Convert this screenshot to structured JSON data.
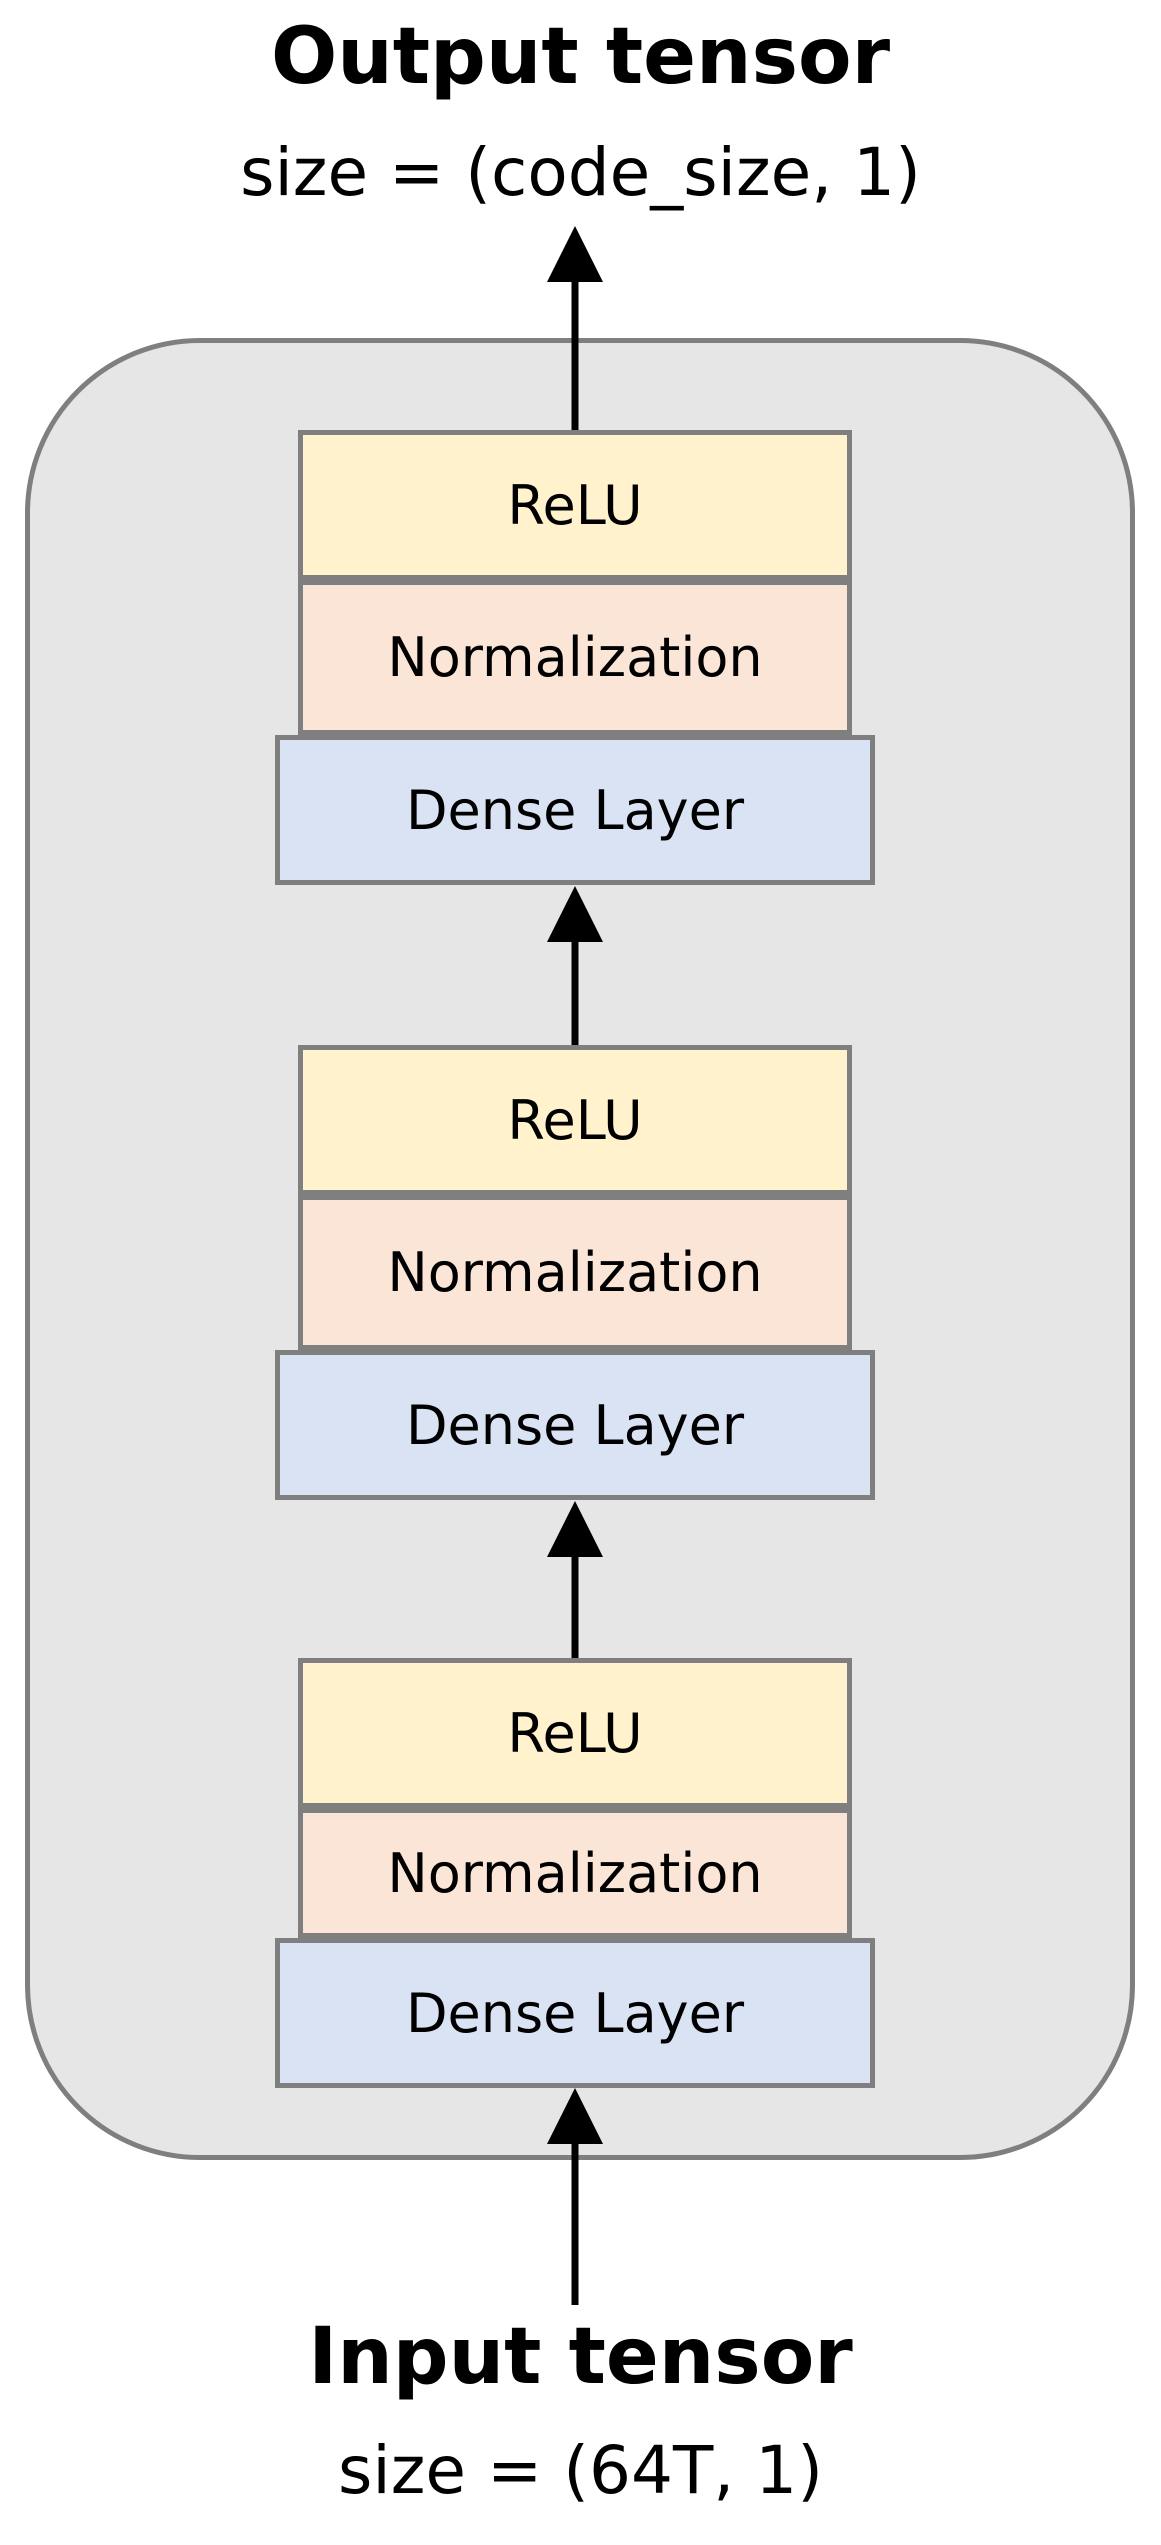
{
  "output": {
    "title": "Output tensor",
    "size": "size = (code_size, 1)"
  },
  "input": {
    "title": "Input tensor",
    "size": "size = (64T, 1)"
  },
  "blocks": [
    {
      "relu": "ReLU",
      "norm": "Normalization",
      "dense": "Dense Layer"
    },
    {
      "relu": "ReLU",
      "norm": "Normalization",
      "dense": "Dense Layer"
    },
    {
      "relu": "ReLU",
      "norm": "Normalization",
      "dense": "Dense Layer"
    }
  ],
  "colors": {
    "container_fill": "#e6e6e6",
    "border": "#7f7f7f",
    "relu_fill": "#fff2cc",
    "norm_fill": "#fbe5d6",
    "dense_fill": "#dae3f3",
    "arrow": "#000000"
  }
}
